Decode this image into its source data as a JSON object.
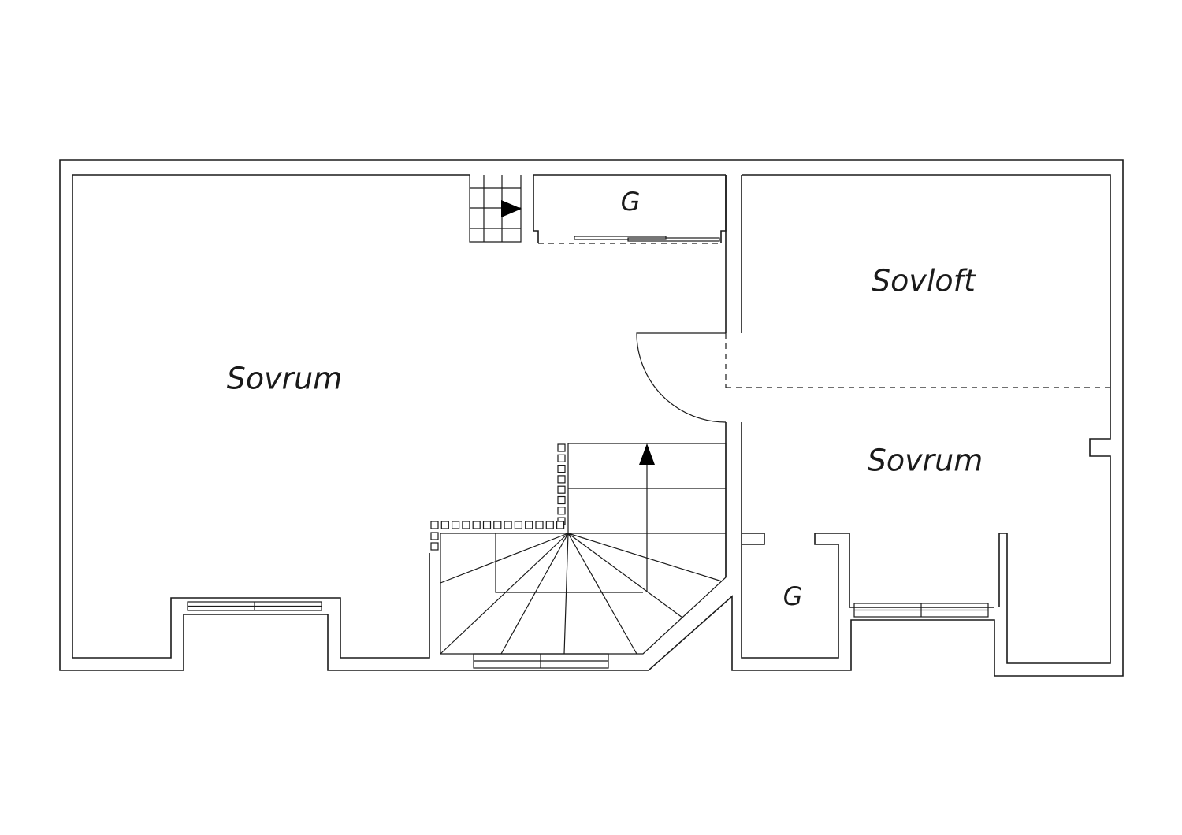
{
  "floorplan": {
    "rooms": {
      "bedroom_left": "Sovrum",
      "closet_top": "G",
      "sleeping_loft": "Sovloft",
      "bedroom_right": "Sovrum",
      "closet_bottom": "G"
    }
  }
}
